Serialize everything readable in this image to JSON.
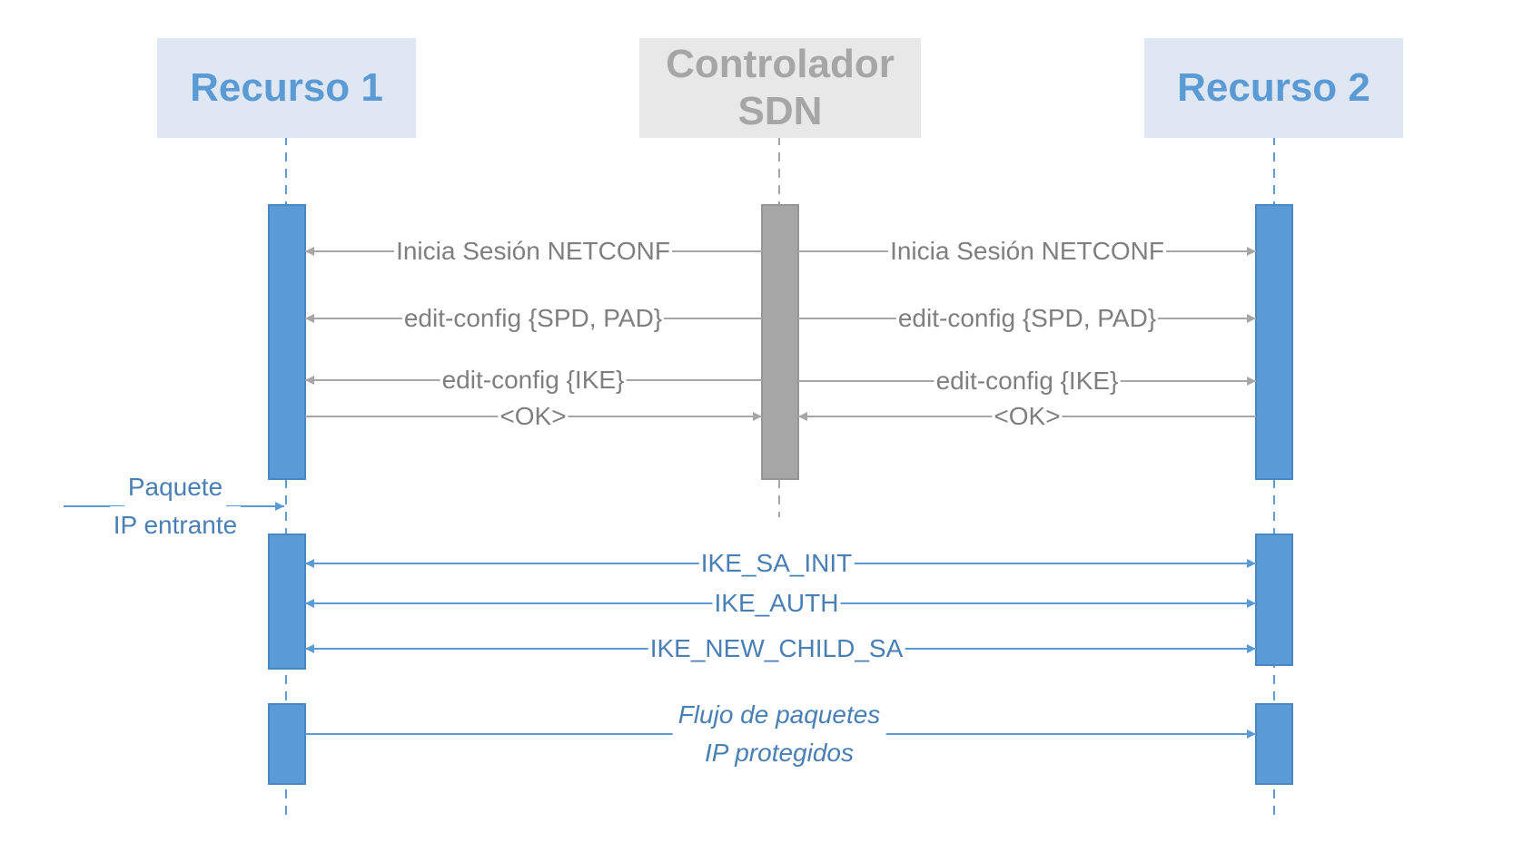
{
  "participants": {
    "recurso1": "Recurso 1",
    "controlador_line1": "Controlador",
    "controlador_line2": "SDN",
    "recurso2": "Recurso 2"
  },
  "messages": {
    "netconf_left": "Inicia Sesión NETCONF",
    "netconf_right": "Inicia Sesión NETCONF",
    "spd_pad_left": "edit-config {SPD, PAD}",
    "spd_pad_right": "edit-config {SPD, PAD}",
    "ike_left": "edit-config {IKE}",
    "ike_right": "edit-config {IKE}",
    "ok_left": "<OK>",
    "ok_right": "<OK>",
    "packet_in_line1": "Paquete",
    "packet_in_line2": "IP entrante",
    "ike_sa_init": "IKE_SA_INIT",
    "ike_auth": "IKE_AUTH",
    "ike_new_child_sa": "IKE_NEW_CHILD_SA",
    "flow_line1": "Flujo de paquetes",
    "flow_line2": "IP protegidos"
  },
  "colors": {
    "blue": "#5b9bd5",
    "gray": "#a6a6a6",
    "blue_header_bg": "#dfe7f3",
    "gray_header_bg": "#e8e8e8"
  }
}
